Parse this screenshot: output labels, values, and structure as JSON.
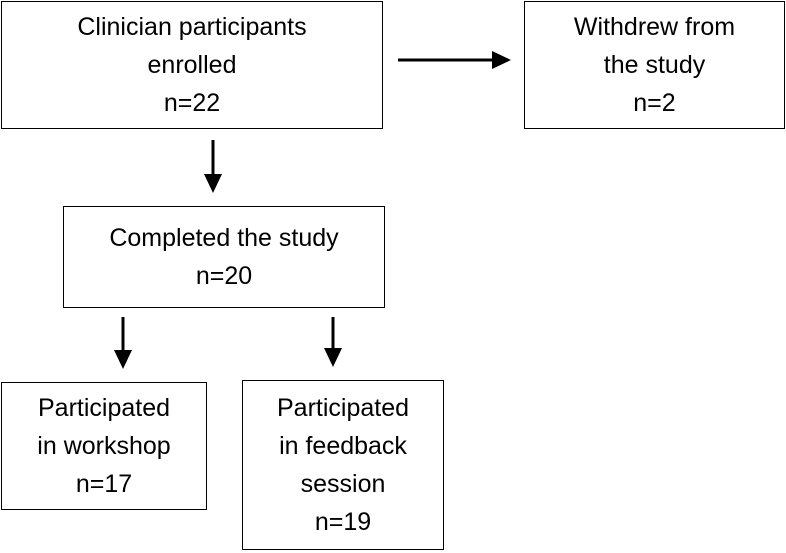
{
  "nodes": {
    "enrolled": {
      "lines": [
        "Clinician participants",
        "enrolled",
        "n=22"
      ]
    },
    "withdrew": {
      "lines": [
        "Withdrew from",
        "the study",
        "n=2"
      ]
    },
    "completed": {
      "lines": [
        "Completed the study",
        "n=20"
      ]
    },
    "workshop": {
      "lines": [
        "Participated",
        "in workshop",
        "n=17"
      ]
    },
    "feedback": {
      "lines": [
        "Participated",
        "in feedback",
        "session",
        "n=19"
      ]
    }
  },
  "edges": [
    {
      "from": "enrolled",
      "to": "withdrew"
    },
    {
      "from": "enrolled",
      "to": "completed"
    },
    {
      "from": "completed",
      "to": "workshop"
    },
    {
      "from": "completed",
      "to": "feedback"
    }
  ],
  "colors": {
    "stroke": "#000000",
    "background": "#ffffff",
    "text": "#000000"
  }
}
